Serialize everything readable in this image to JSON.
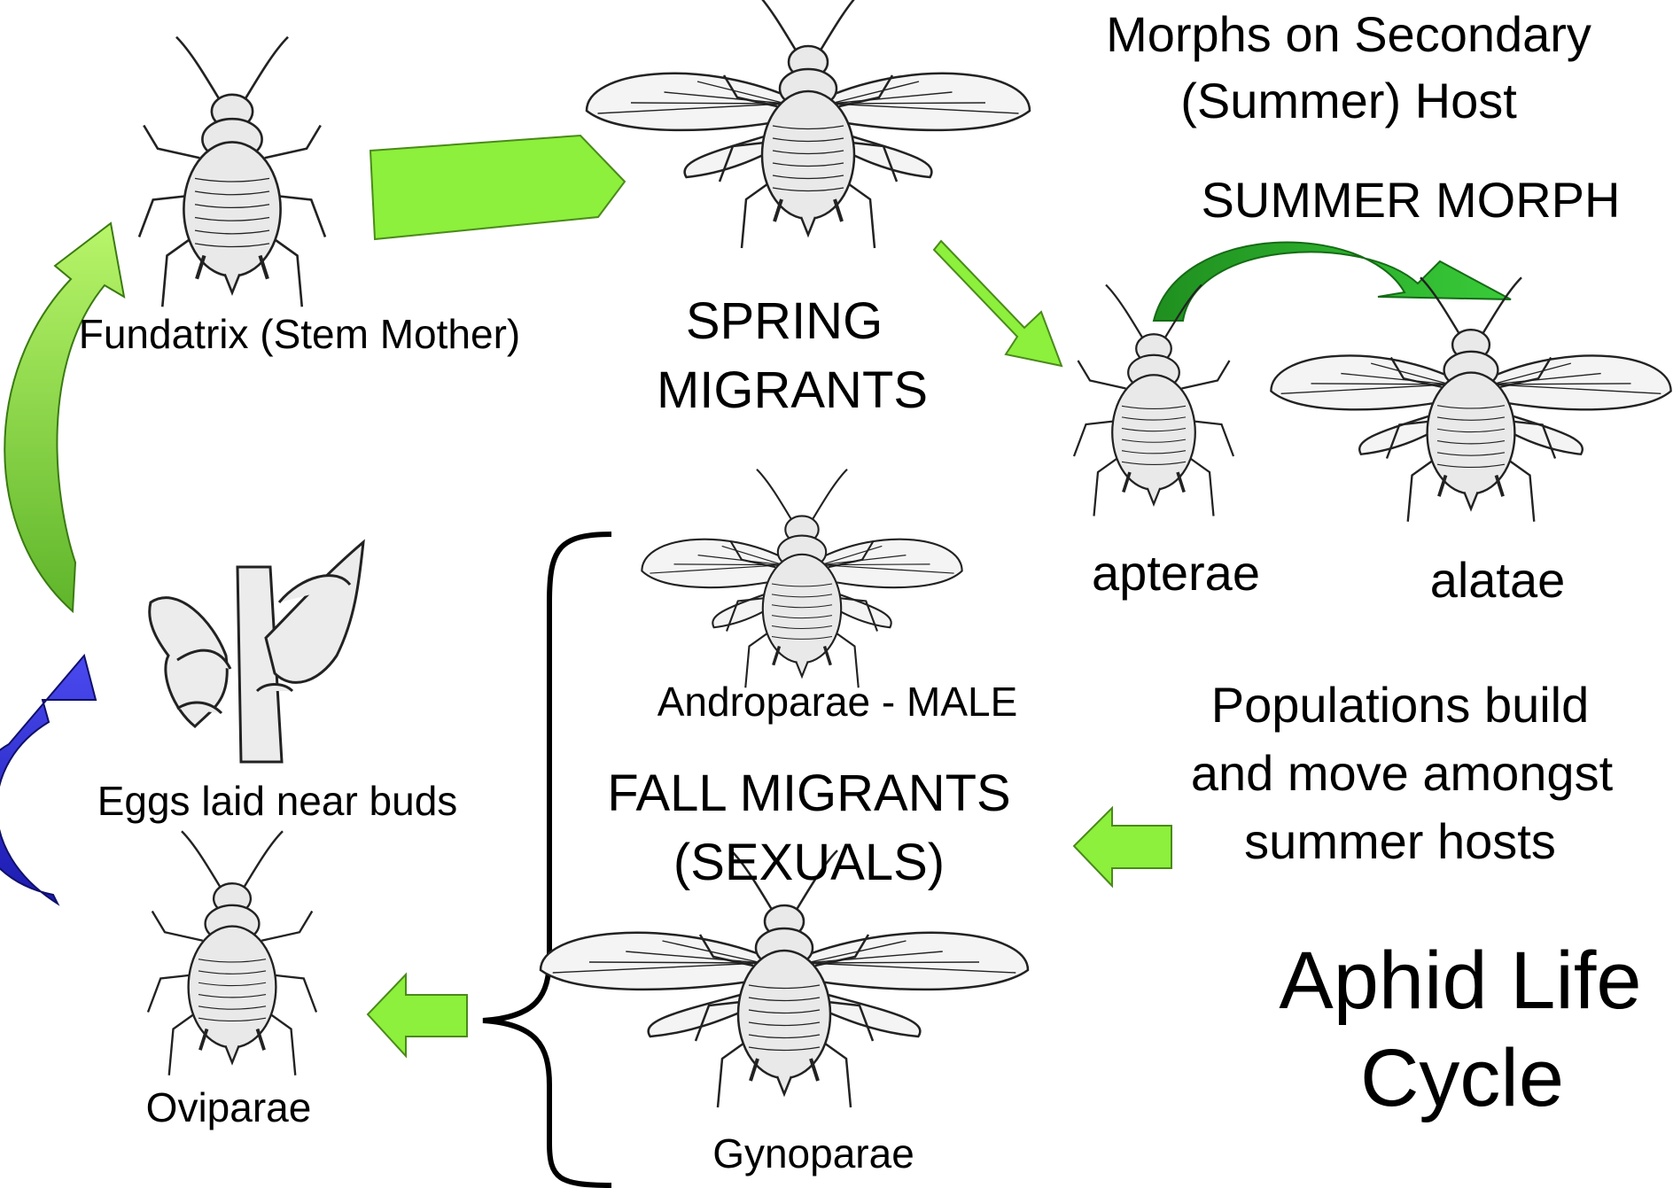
{
  "title": {
    "line1": "Aphid Life",
    "line2": "Cycle"
  },
  "header": {
    "line1": "Morphs on  Secondary",
    "line2": "(Summer) Host"
  },
  "labels": {
    "fundatrix": "Fundatrix (Stem Mother)",
    "spring_line1": "SPRING",
    "spring_line2": "MIGRANTS",
    "summer_morph": "SUMMER MORPH",
    "apterae": "apterae",
    "alatae": "alatae",
    "androparae": "Androparae - MALE",
    "fall_line1": "FALL MIGRANTS",
    "fall_line2": "(SEXUALS)",
    "populations_line1": "Populations build",
    "populations_line2": "and move amongst",
    "populations_line3": "summer hosts",
    "eggs": "Eggs laid near buds",
    "oviparae": "Oviparae",
    "gynoparae": "Gynoparae"
  },
  "colors": {
    "green_arrow": "#8cf03c",
    "green_arrow_dark": "#3a9e1e",
    "blue_arrow": "#2b2be0",
    "insect_fill": "#e9e9e9",
    "insect_line": "#222222"
  }
}
